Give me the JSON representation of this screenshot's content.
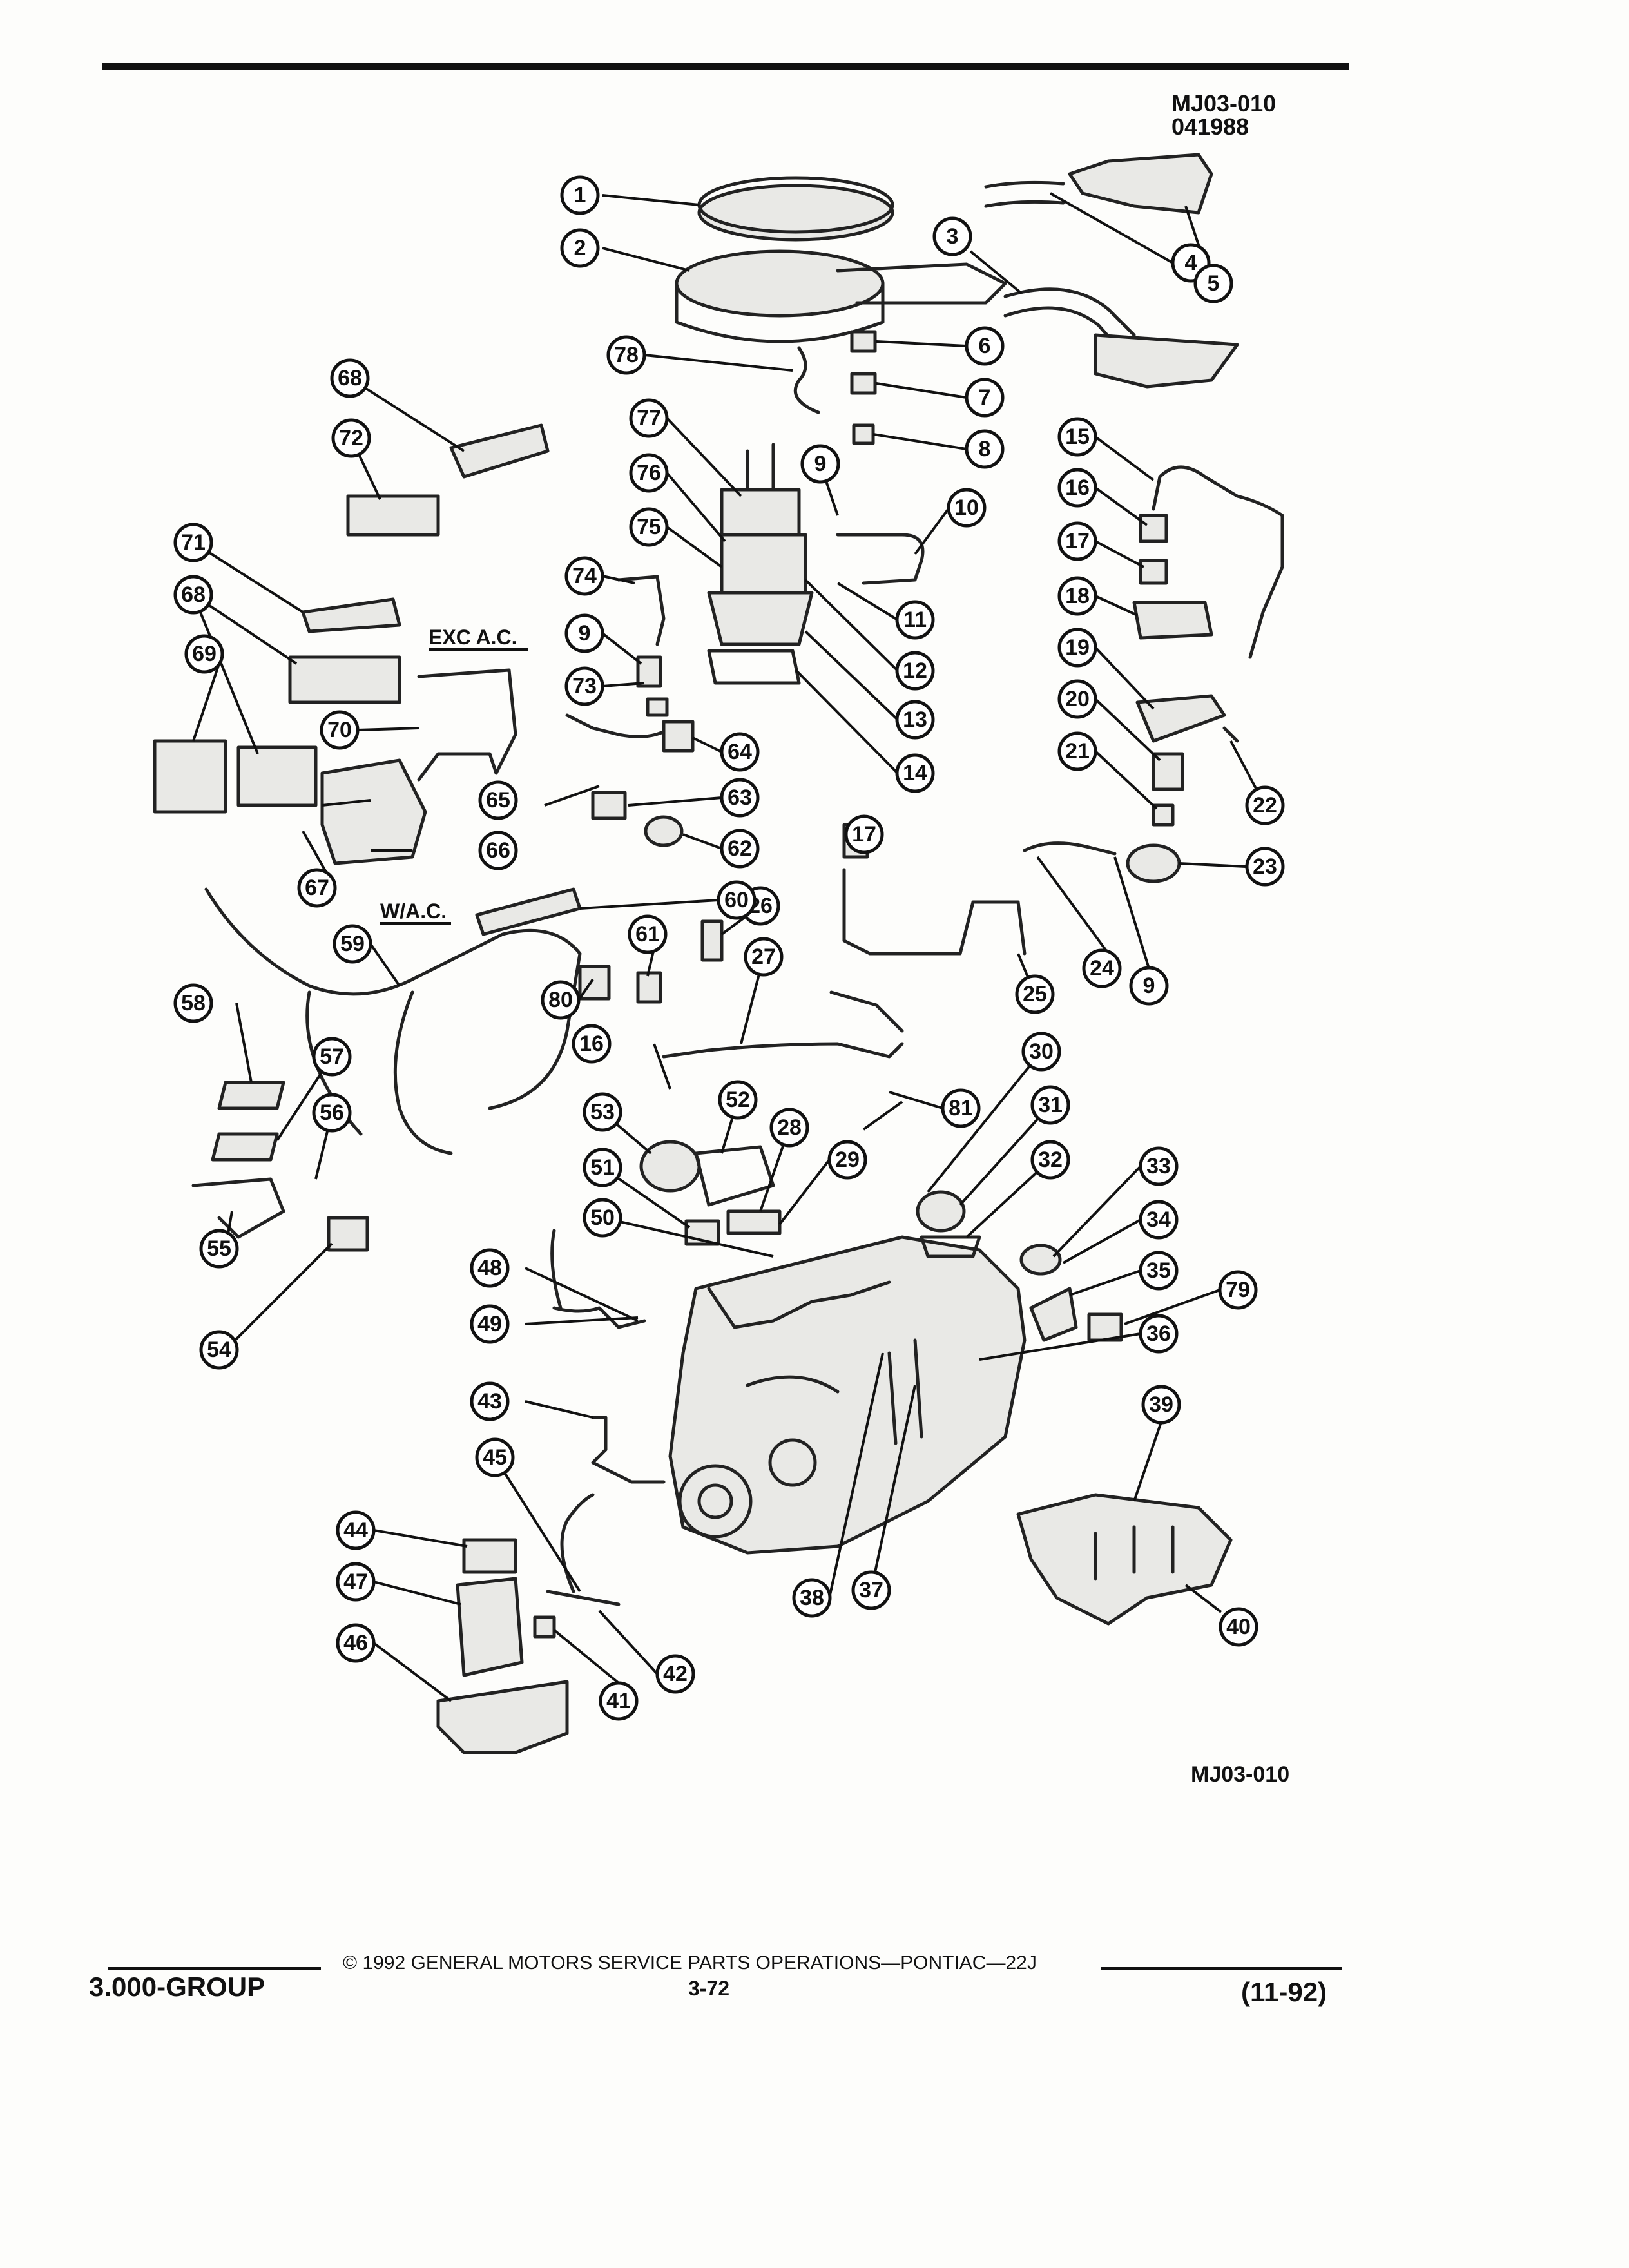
{
  "header": {
    "figure_code": "MJ03-010",
    "date_code": "041988"
  },
  "annotations": {
    "exc_ac": "EXC A.C.",
    "w_ac": "W/A.C."
  },
  "figure_footer_code": "MJ03-010",
  "footer": {
    "group": "3.000-GROUP",
    "copyright": "©  1992  GENERAL MOTORS SERVICE PARTS OPERATIONS—PONTIAC—22J",
    "page_number": "3-72",
    "revision": "(11-92)"
  },
  "callouts": [
    "1",
    "2",
    "3",
    "4",
    "5",
    "6",
    "7",
    "8",
    "9",
    "10",
    "11",
    "12",
    "13",
    "14",
    "15",
    "16",
    "17",
    "18",
    "19",
    "20",
    "21",
    "22",
    "23",
    "24",
    "25",
    "26",
    "27",
    "28",
    "29",
    "30",
    "31",
    "32",
    "33",
    "34",
    "35",
    "36",
    "37",
    "38",
    "39",
    "40",
    "41",
    "42",
    "43",
    "44",
    "45",
    "46",
    "47",
    "48",
    "49",
    "50",
    "51",
    "52",
    "53",
    "54",
    "55",
    "56",
    "57",
    "58",
    "59",
    "60",
    "61",
    "62",
    "63",
    "64",
    "65",
    "66",
    "67",
    "68",
    "69",
    "70",
    "71",
    "72",
    "73",
    "74",
    "75",
    "76",
    "77",
    "78",
    "79",
    "80",
    "81"
  ],
  "colors": {
    "ink": "#111111",
    "paper": "#fdfdfb"
  }
}
